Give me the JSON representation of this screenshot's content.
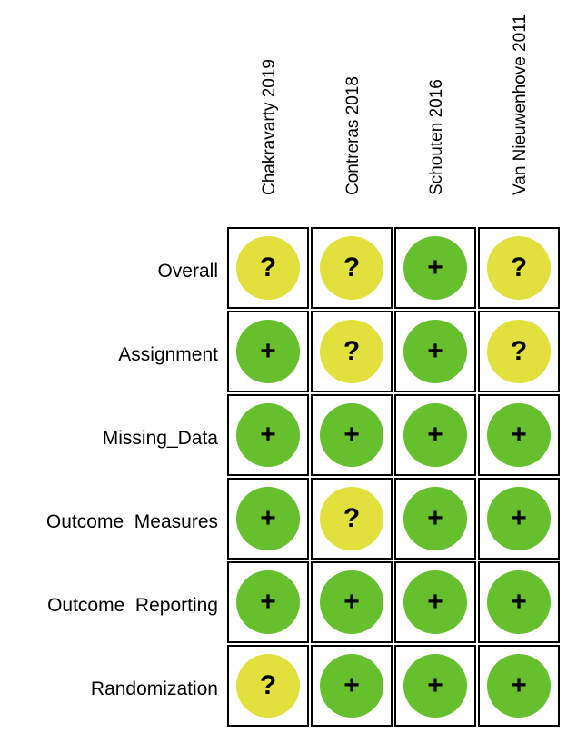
{
  "columns": [
    "Chakravarty 2019",
    "Contreras 2018",
    "Schouten 2016",
    "Van Nieuwenhove 2011"
  ],
  "rows": [
    "Overall",
    "Assignment",
    "Missing_Data",
    "Outcome  Measures",
    "Outcome  Reporting",
    "Randomization"
  ],
  "symbols": {
    "low": "+",
    "unclear": "?"
  },
  "colors": {
    "low": "#66bf2c",
    "unclear": "#e2e03c"
  },
  "judgements": [
    [
      "unclear",
      "unclear",
      "low",
      "unclear"
    ],
    [
      "low",
      "unclear",
      "low",
      "unclear"
    ],
    [
      "low",
      "low",
      "low",
      "low"
    ],
    [
      "low",
      "unclear",
      "low",
      "low"
    ],
    [
      "low",
      "low",
      "low",
      "low"
    ],
    [
      "unclear",
      "low",
      "low",
      "low"
    ]
  ]
}
